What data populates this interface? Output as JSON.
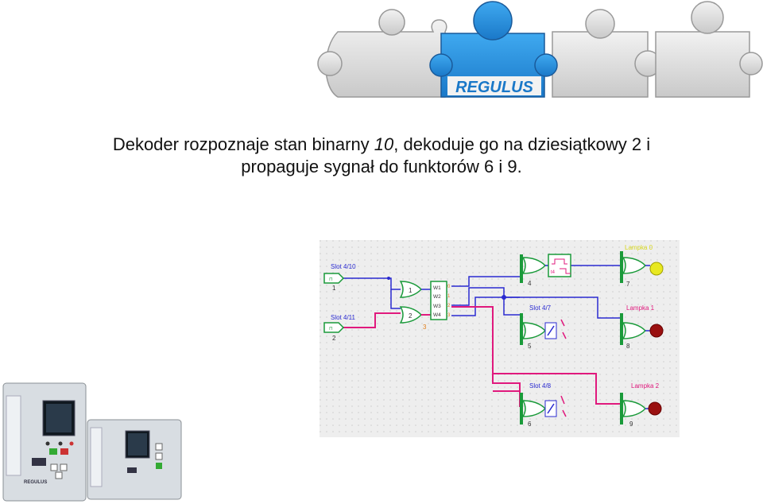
{
  "logo": {
    "text": "REGULUS"
  },
  "caption": {
    "line1_a": "Dekoder rozpoznaje stan binarny ",
    "line1_b": "10",
    "line1_c": ", dekoduje go na dziesiątkowy 2 i",
    "line2": "propaguje sygnał do funktorów 6 i 9."
  },
  "schematic": {
    "slot1": "Slot 4/10",
    "slot2": "Slot 4/11",
    "slot3": "Slot 4/7",
    "slot4": "Slot 4/8",
    "lampka0": "Lampka 0",
    "lampka1": "Lampka 1",
    "lampka2": "Lampka 2",
    "timer": "t4",
    "n1": "1",
    "n2": "2",
    "n3": "3",
    "n4": "4",
    "n5": "5",
    "n6": "6",
    "n7": "7",
    "n8": "8",
    "n9": "9",
    "w1": "W1",
    "w2": "W2",
    "w3": "W3",
    "w4": "W4",
    "o0": "0",
    "o1": "1",
    "o2": "2",
    "o3": "3",
    "wire_blue": "#2a2ad0",
    "wire_pink": "#e0197d",
    "gate_green": "#1a9a3a"
  },
  "devices": {
    "brand": "REGULUS"
  }
}
